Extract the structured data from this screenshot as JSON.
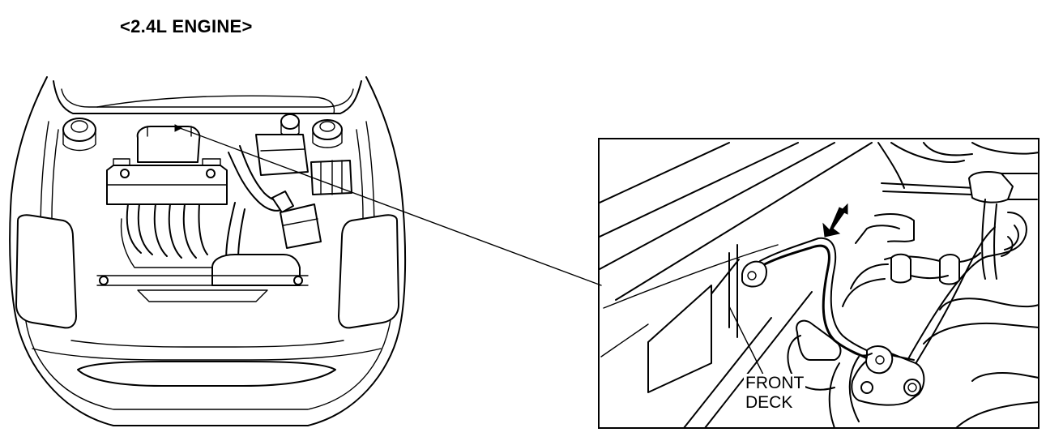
{
  "header": {
    "title": "<2.4L ENGINE>"
  },
  "detail_view": {
    "label_line1": "FRONT",
    "label_line2": "DECK"
  },
  "colors": {
    "ink": "#000000",
    "paper": "#ffffff"
  }
}
